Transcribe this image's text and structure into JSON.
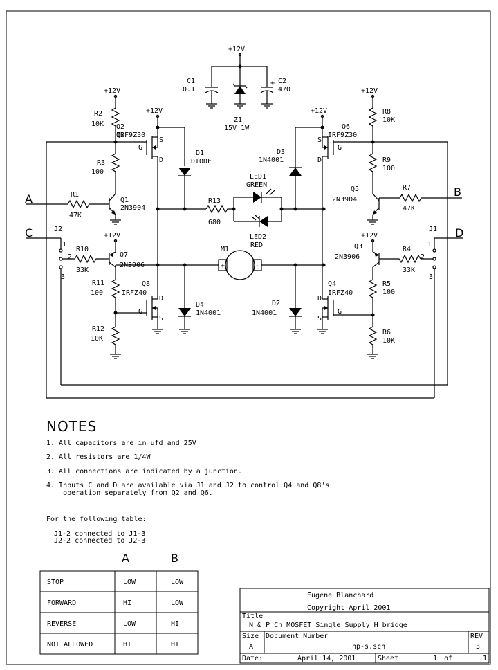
{
  "components": {
    "vcc_top": "+12V",
    "c1": {
      "ref": "C1",
      "value": "0.1"
    },
    "c2": {
      "ref": "C2",
      "value": "470"
    },
    "z1": {
      "ref": "Z1",
      "value": "15V 1W"
    },
    "vcc_r2": "+12V",
    "r2": {
      "ref": "R2",
      "value": "10K"
    },
    "q2": {
      "ref": "Q2",
      "value": "IRF9Z30"
    },
    "vcc_q2": "+12V",
    "r3": {
      "ref": "R3",
      "value": "100"
    },
    "r1": {
      "ref": "R1",
      "value": "47K"
    },
    "q1": {
      "ref": "Q1",
      "value": "2N3904"
    },
    "d1": {
      "ref": "D1",
      "value": "DIODE"
    },
    "led1": {
      "ref": "LED1",
      "value": "GREEN"
    },
    "led2": {
      "ref": "LED2",
      "value": "RED"
    },
    "r13": {
      "ref": "R13",
      "value": "680"
    },
    "d3": {
      "ref": "D3",
      "value": "1N4001"
    },
    "vcc_q6": "+12V",
    "q6": {
      "ref": "Q6",
      "value": "IRF9Z30"
    },
    "vcc_r8": "+12V",
    "r8": {
      "ref": "R8",
      "value": "10K"
    },
    "r9": {
      "ref": "R9",
      "value": "100"
    },
    "q5": {
      "ref": "Q5",
      "value": "2N3904"
    },
    "r7": {
      "ref": "R7",
      "value": "47K"
    },
    "j2": {
      "ref": "J2",
      "pin1": "1",
      "pin2": "2",
      "pin3": "3"
    },
    "j1": {
      "ref": "J1",
      "pin1": "1",
      "pin2": "2",
      "pin3": "3"
    },
    "vcc_q7": "+12V",
    "r10": {
      "ref": "R10",
      "value": "33K"
    },
    "q7": {
      "ref": "Q7",
      "value": "2N3906"
    },
    "r11": {
      "ref": "R11",
      "value": "100"
    },
    "q8": {
      "ref": "Q8",
      "value": "IRFZ40"
    },
    "r12": {
      "ref": "R12",
      "value": "10K"
    },
    "m1": {
      "ref": "M1",
      "plus": "+",
      "minus": "-"
    },
    "d4": {
      "ref": "D4",
      "value": "1N4001"
    },
    "d2": {
      "ref": "D2",
      "value": "1N4001"
    },
    "vcc_q3": "+12V",
    "q3": {
      "ref": "Q3",
      "value": "2N3906"
    },
    "r4": {
      "ref": "R4",
      "value": "33K"
    },
    "q4": {
      "ref": "Q4",
      "value": "IRFZ40"
    },
    "r5": {
      "ref": "R5",
      "value": "100"
    },
    "r6": {
      "ref": "R6",
      "value": "10K"
    },
    "pin_g": "G",
    "pin_s": "S",
    "pin_d": "D",
    "cap_plus": "+"
  },
  "inputs": {
    "a": "A",
    "b": "B",
    "c": "C",
    "d": "D"
  },
  "notes": {
    "heading": "NOTES",
    "items": [
      "1. All capacitors are in ufd and 25V",
      "2. All resistors are 1/4W",
      "3. All connections are indicated by a junction.",
      "4. Inputs C and D are available via J1 and J2 to control Q4 and Q8's",
      "    operation separately from Q2 and Q6."
    ],
    "table_intro": "For the following table:",
    "jumper1": "J1-2 connected to J1-3",
    "jumper2": "J2-2 connected to J2-3"
  },
  "truth_table": {
    "columns": [
      "A",
      "B"
    ],
    "rows": [
      {
        "label": "STOP",
        "a": "LOW",
        "b": "LOW"
      },
      {
        "label": "FORWARD",
        "a": "HI",
        "b": "LOW"
      },
      {
        "label": "REVERSE",
        "a": "LOW",
        "b": "HI"
      },
      {
        "label": "NOT ALLOWED",
        "a": "HI",
        "b": "HI"
      }
    ]
  },
  "title_block": {
    "author": "Eugene Blanchard",
    "copyright": "Copyright April 2001",
    "title_label": "Title",
    "title": "N & P Ch MOSFET Single Supply H bridge",
    "size_label": "Size",
    "size": "A",
    "docnum_label": "Document Number",
    "docnum": "np-s.sch",
    "rev_label": "REV",
    "rev": "3",
    "date_label": "Date:",
    "date": "April 14, 2001",
    "sheet_label": "Sheet",
    "sheet": "1",
    "of_label": "of",
    "sheet_total": "1"
  }
}
